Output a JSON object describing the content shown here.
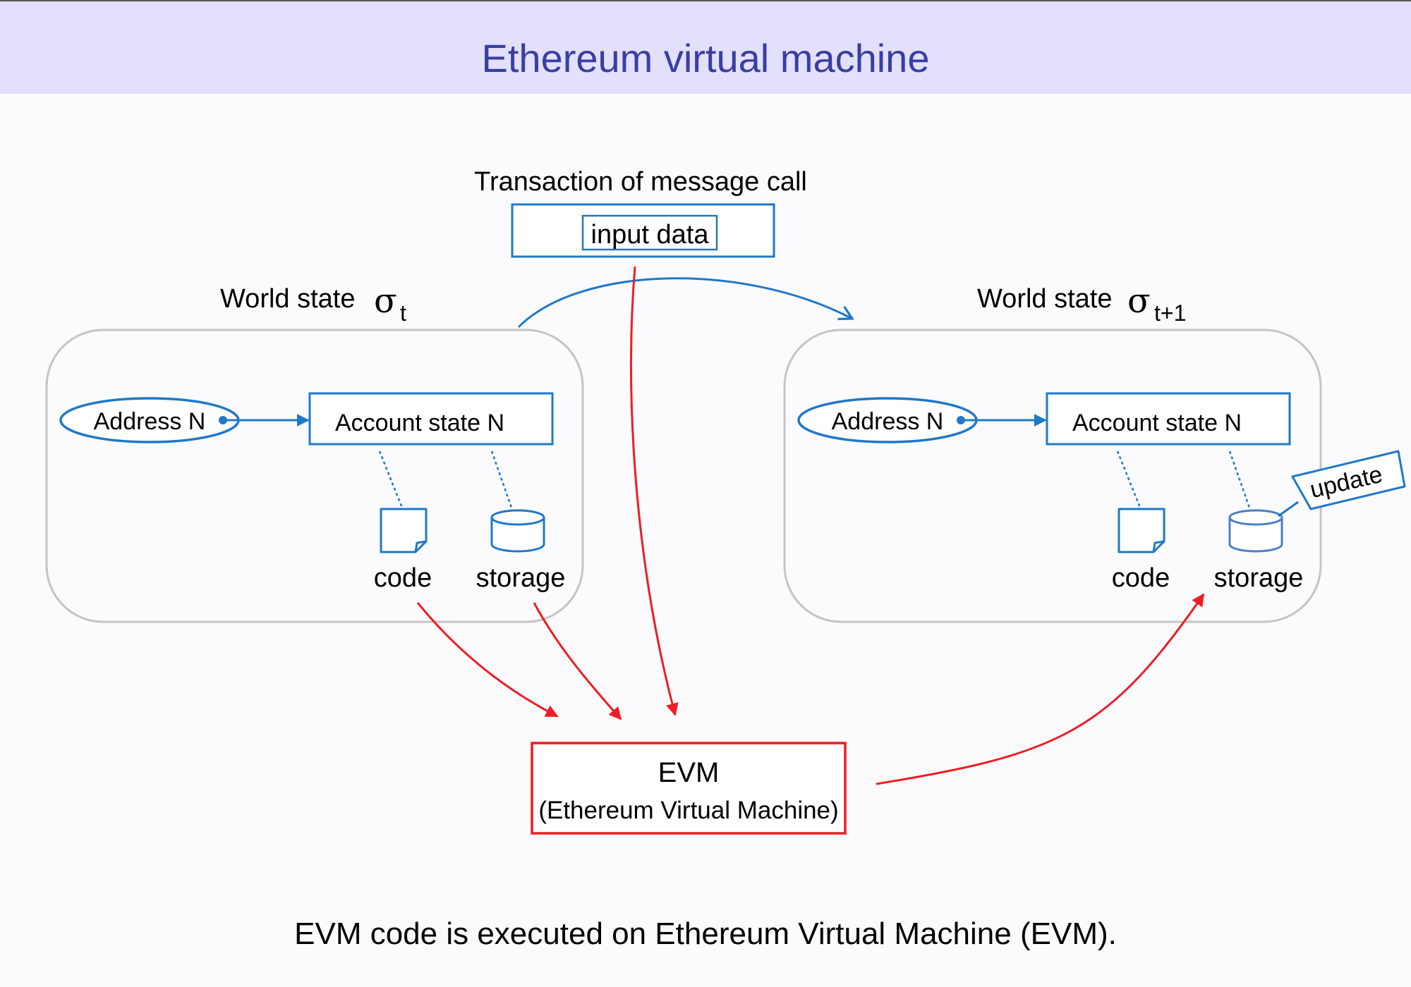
{
  "title": "Ethereum virtual machine",
  "transaction": {
    "label": "Transaction of message call",
    "field": "input data"
  },
  "world_state_before": {
    "label": "World state",
    "symbol": "σ",
    "subscript": "t",
    "address": "Address N",
    "account": "Account state N",
    "code_label": "code",
    "storage_label": "storage"
  },
  "world_state_after": {
    "label": "World state",
    "symbol": "σ",
    "subscript": "t+1",
    "address": "Address N",
    "account": "Account state N",
    "code_label": "code",
    "storage_label": "storage",
    "callout": "update"
  },
  "evm": {
    "name": "EVM",
    "full_name": "(Ethereum Virtual Machine)"
  },
  "caption": "EVM code is executed on Ethereum Virtual Machine (EVM).",
  "colors": {
    "title_band": "#e2e0fa",
    "title_text": "#3a3ea2",
    "blue": "#1f78c8",
    "red": "#ee1c24",
    "state_border": "#c4c4c4"
  }
}
